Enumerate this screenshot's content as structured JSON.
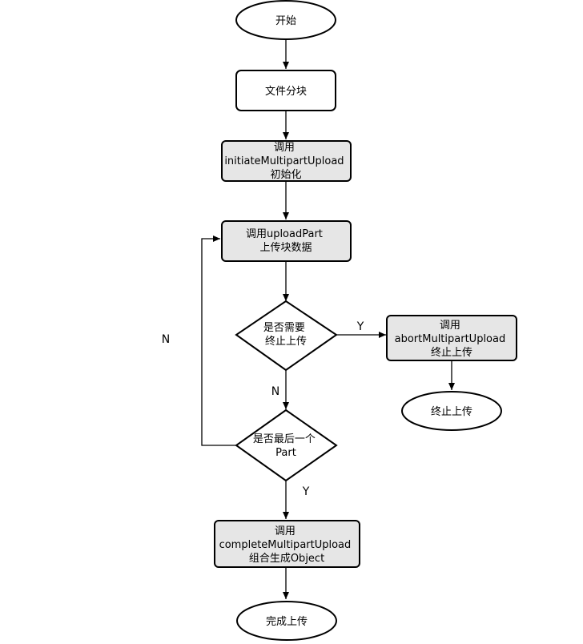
{
  "nodes": {
    "start": [
      "开始"
    ],
    "split": [
      "文件分块"
    ],
    "init": [
      "调用",
      "initiateMultipartUpload",
      "初始化"
    ],
    "upload": [
      "调用uploadPart",
      "上传块数据"
    ],
    "need_abort": [
      "是否需要",
      "终止上传"
    ],
    "abort": [
      "调用",
      "abortMultipartUpload",
      "终止上传"
    ],
    "abort_end": [
      "终止上传"
    ],
    "last_part": [
      "是否最后一个",
      "Part"
    ],
    "complete": [
      "调用",
      "completeMultipartUpload",
      "组合生成Object"
    ],
    "end": [
      "完成上传"
    ]
  },
  "edge_labels": {
    "abort_yes": "Y",
    "abort_no": "N",
    "loop_no": "N",
    "last_yes": "Y"
  },
  "colors": {
    "process_fill": "#e6e6e6",
    "terminal_fill": "#ffffff",
    "stroke": "#000000"
  }
}
